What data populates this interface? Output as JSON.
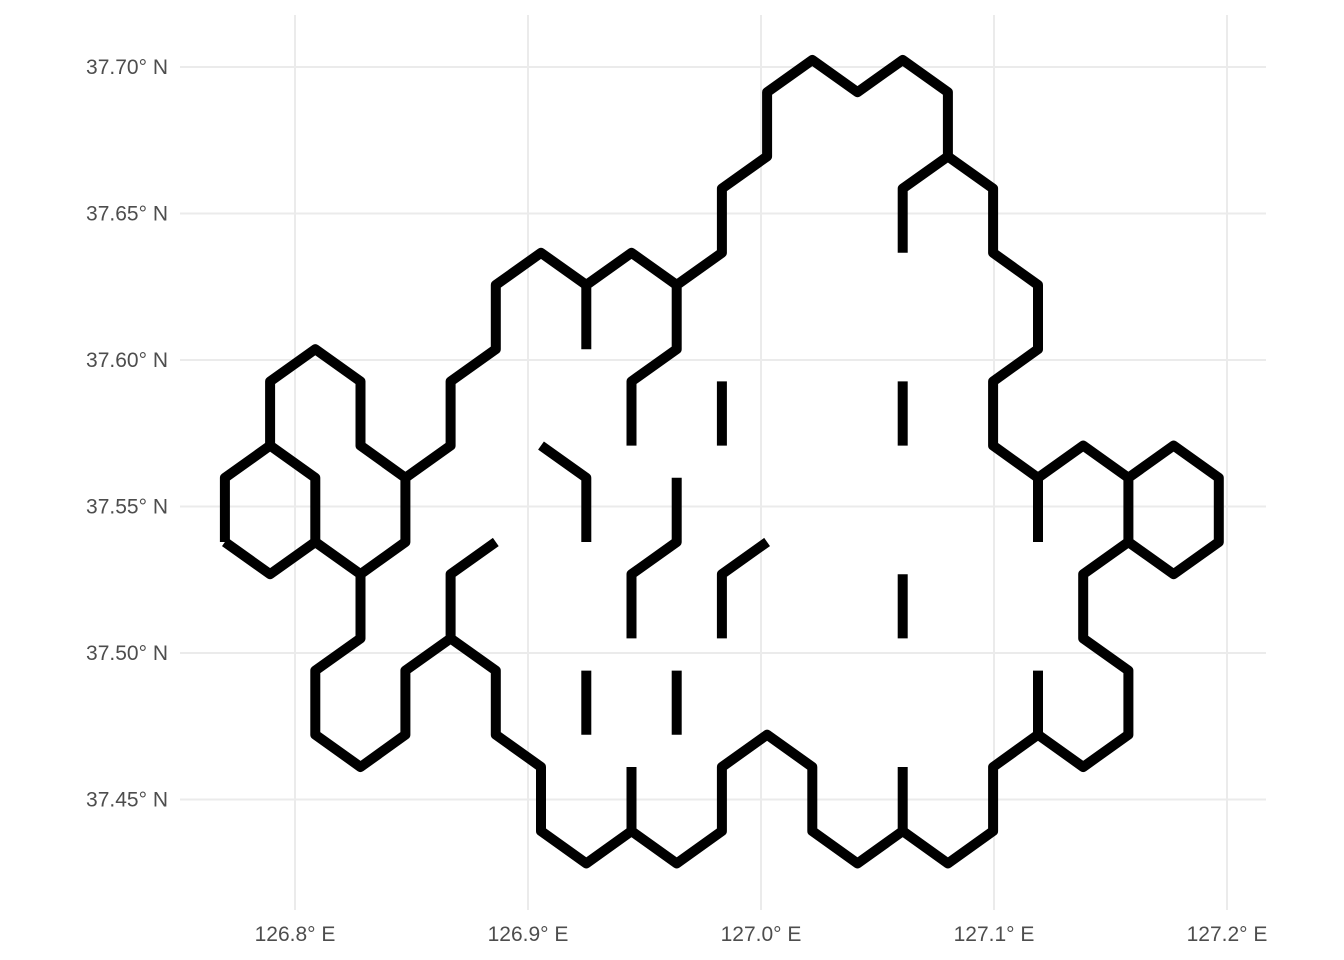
{
  "map": {
    "x_axis": {
      "ticks": [
        126.8,
        126.9,
        127.0,
        127.1,
        127.2
      ],
      "labels": [
        "126.8° E",
        "126.9° E",
        "127.0° E",
        "127.1° E",
        "127.2° E"
      ],
      "range": [
        126.77,
        127.2
      ]
    },
    "y_axis": {
      "ticks": [
        37.45,
        37.5,
        37.55,
        37.6,
        37.65,
        37.7
      ],
      "labels": [
        "37.45° N",
        "37.50° N",
        "37.55° N",
        "37.60° N",
        "37.65° N",
        "37.70° N"
      ],
      "range": [
        37.425,
        37.71
      ]
    },
    "grid": true,
    "line_color": "#000000",
    "grid_color": "#ebebeb",
    "label_color": "#4d4d4d",
    "hex_edges": [
      [
        [
          126.7699,
          37.5379
        ],
        [
          126.7893,
          37.5269
        ],
        [
          126.8087,
          37.5379
        ],
        [
          126.8087,
          37.5598
        ],
        [
          126.7893,
          37.5708
        ],
        [
          126.7699,
          37.5598
        ],
        [
          126.7699,
          37.5379
        ]
      ],
      [
        [
          126.7893,
          37.5708
        ],
        [
          126.7893,
          37.5927
        ],
        [
          126.8087,
          37.6037
        ],
        [
          126.8281,
          37.5927
        ],
        [
          126.8281,
          37.5708
        ],
        [
          126.8474,
          37.5598
        ],
        [
          126.8474,
          37.5379
        ],
        [
          126.8281,
          37.5269
        ],
        [
          126.8087,
          37.5379
        ]
      ],
      [
        [
          126.8281,
          37.5269
        ],
        [
          126.8281,
          37.505
        ],
        [
          126.8087,
          37.494
        ],
        [
          126.8087,
          37.4721
        ],
        [
          126.8281,
          37.4611
        ],
        [
          126.8474,
          37.4721
        ],
        [
          126.8474,
          37.494
        ],
        [
          126.8668,
          37.505
        ],
        [
          126.8668,
          37.5269
        ],
        [
          126.8862,
          37.5379
        ]
      ],
      [
        [
          126.8668,
          37.505
        ],
        [
          126.8862,
          37.494
        ],
        [
          126.8862,
          37.4721
        ],
        [
          126.9056,
          37.4611
        ],
        [
          126.9056,
          37.4392
        ],
        [
          126.925,
          37.4282
        ],
        [
          126.9444,
          37.4392
        ],
        [
          126.9444,
          37.4611
        ]
      ],
      [
        [
          126.9444,
          37.4392
        ],
        [
          126.9638,
          37.4282
        ],
        [
          126.9832,
          37.4392
        ],
        [
          126.9832,
          37.4611
        ],
        [
          127.0026,
          37.4721
        ],
        [
          127.022,
          37.4611
        ],
        [
          127.022,
          37.4392
        ],
        [
          127.0414,
          37.4282
        ],
        [
          127.0608,
          37.4392
        ],
        [
          127.0608,
          37.4611
        ]
      ],
      [
        [
          127.0608,
          37.4392
        ],
        [
          127.0802,
          37.4282
        ],
        [
          127.0996,
          37.4392
        ],
        [
          127.0996,
          37.4611
        ],
        [
          127.1189,
          37.4721
        ],
        [
          127.1189,
          37.494
        ]
      ],
      [
        [
          127.1189,
          37.4721
        ],
        [
          127.1383,
          37.4611
        ],
        [
          127.1577,
          37.4721
        ],
        [
          127.1577,
          37.494
        ],
        [
          127.1383,
          37.505
        ],
        [
          127.1383,
          37.5269
        ],
        [
          127.1577,
          37.5379
        ],
        [
          127.1771,
          37.5269
        ],
        [
          127.1965,
          37.5379
        ],
        [
          127.1965,
          37.5598
        ],
        [
          127.1771,
          37.5708
        ],
        [
          127.1577,
          37.5598
        ],
        [
          127.1577,
          37.5379
        ]
      ],
      [
        [
          127.1577,
          37.5598
        ],
        [
          127.1383,
          37.5708
        ],
        [
          127.1189,
          37.5598
        ],
        [
          127.1189,
          37.5379
        ]
      ],
      [
        [
          127.1189,
          37.5598
        ],
        [
          127.0996,
          37.5708
        ],
        [
          127.0996,
          37.5927
        ],
        [
          127.1189,
          37.6037
        ],
        [
          127.1189,
          37.6256
        ],
        [
          127.0996,
          37.6366
        ],
        [
          127.0996,
          37.6585
        ],
        [
          127.0802,
          37.6695
        ],
        [
          127.0608,
          37.6585
        ],
        [
          127.0608,
          37.6366
        ]
      ],
      [
        [
          127.0802,
          37.6695
        ],
        [
          127.0802,
          37.6914
        ],
        [
          127.0608,
          37.7024
        ],
        [
          127.0414,
          37.6914
        ],
        [
          127.022,
          37.7024
        ],
        [
          127.0026,
          37.6914
        ],
        [
          127.0026,
          37.6695
        ],
        [
          126.9832,
          37.6585
        ],
        [
          126.9832,
          37.6366
        ],
        [
          126.9638,
          37.6256
        ],
        [
          126.9638,
          37.6037
        ],
        [
          126.9444,
          37.5927
        ],
        [
          126.9444,
          37.5708
        ]
      ],
      [
        [
          126.9638,
          37.6256
        ],
        [
          126.9444,
          37.6366
        ],
        [
          126.925,
          37.6256
        ],
        [
          126.925,
          37.6037
        ]
      ],
      [
        [
          126.925,
          37.6256
        ],
        [
          126.9056,
          37.6366
        ],
        [
          126.8862,
          37.6256
        ],
        [
          126.8862,
          37.6037
        ],
        [
          126.8668,
          37.5927
        ],
        [
          126.8668,
          37.5708
        ],
        [
          126.8474,
          37.5598
        ]
      ],
      [
        [
          126.9056,
          37.5708
        ],
        [
          126.925,
          37.5598
        ],
        [
          126.925,
          37.5379
        ]
      ],
      [
        [
          126.9638,
          37.5598
        ],
        [
          126.9638,
          37.5379
        ],
        [
          126.9444,
          37.5269
        ],
        [
          126.9444,
          37.505
        ]
      ],
      [
        [
          126.9832,
          37.5927
        ],
        [
          126.9832,
          37.5708
        ]
      ],
      [
        [
          127.0608,
          37.5927
        ],
        [
          127.0608,
          37.5708
        ]
      ],
      [
        [
          127.0026,
          37.5379
        ],
        [
          126.9832,
          37.5269
        ],
        [
          126.9832,
          37.505
        ]
      ],
      [
        [
          127.0608,
          37.5269
        ],
        [
          127.0608,
          37.505
        ]
      ],
      [
        [
          126.925,
          37.494
        ],
        [
          126.925,
          37.4721
        ]
      ],
      [
        [
          126.9638,
          37.494
        ],
        [
          126.9638,
          37.4721
        ]
      ]
    ]
  }
}
